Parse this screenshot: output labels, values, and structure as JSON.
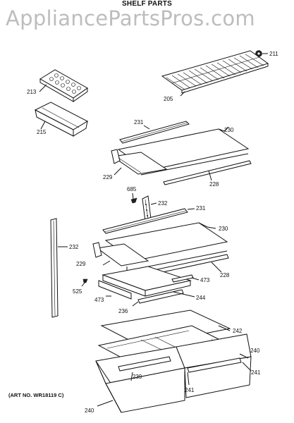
{
  "header": {
    "title": "SHELF PARTS",
    "watermark": "AppliancePartsPros.com"
  },
  "footer": {
    "art_number": "(ART NO. WR18119 C)"
  },
  "callouts": {
    "c211": "211",
    "c213": "213",
    "c205": "205",
    "c215": "215",
    "c231a": "231",
    "c230a": "230",
    "c229a": "229",
    "c228a": "228",
    "c685": "685",
    "c232a": "232",
    "c231b": "231",
    "c232b": "232",
    "c230b": "230",
    "c229b": "229",
    "c228b": "228",
    "c473a": "473",
    "c525": "525",
    "c473b": "473",
    "c244": "244",
    "c236": "236",
    "c242": "242",
    "c240a": "240",
    "c241a": "241",
    "c239": "239",
    "c241b": "241",
    "c240b": "240"
  }
}
